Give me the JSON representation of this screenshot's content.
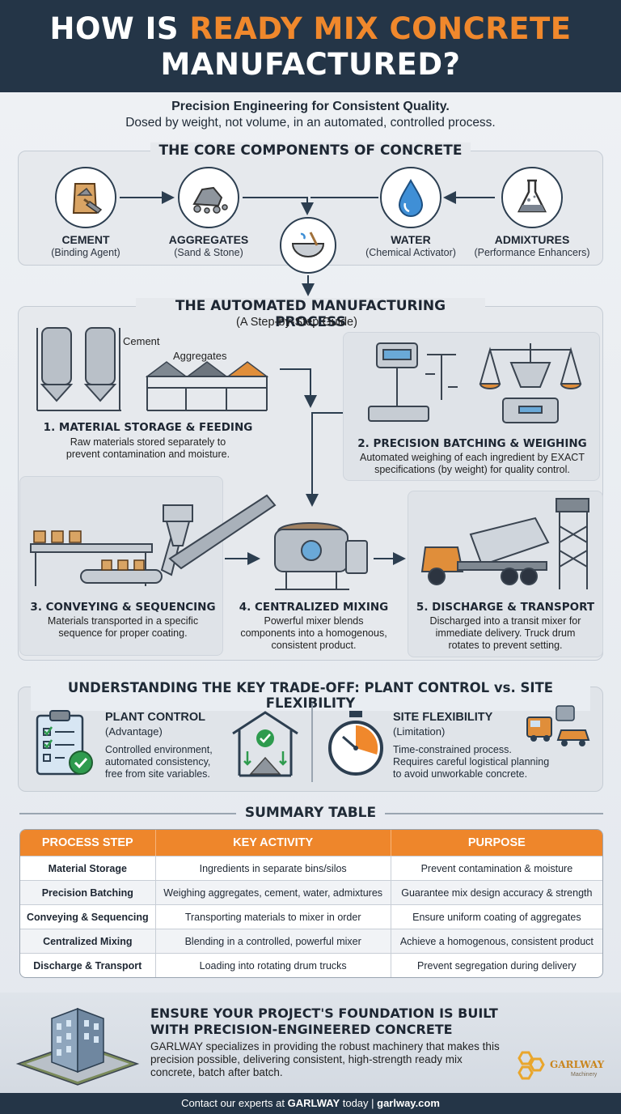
{
  "header": {
    "title_part1": "HOW IS ",
    "title_accent": "READY MIX CONCRETE",
    "title_line2": "MANUFACTURED?"
  },
  "subtitle": {
    "line1": "Precision Engineering for Consistent Quality.",
    "line2": "Dosed by weight, not volume, in an automated, controlled process."
  },
  "components": {
    "title": "THE CORE COMPONENTS OF CONCRETE",
    "items": [
      {
        "name": "CEMENT",
        "sub": "(Binding Agent)",
        "icon": "cement-bag-icon"
      },
      {
        "name": "AGGREGATES",
        "sub": "(Sand & Stone)",
        "icon": "rocks-icon"
      },
      {
        "name": "WATER",
        "sub": "(Chemical Activator)",
        "icon": "water-drop-icon"
      },
      {
        "name": "ADMIXTURES",
        "sub": "(Performance Enhancers)",
        "icon": "flask-icon"
      }
    ]
  },
  "process": {
    "title": "THE AUTOMATED MANUFACTURING PROCESS",
    "subtitle": "(A Step-by-Step Guide)",
    "label_cement": "Cement",
    "label_aggregates": "Aggregates",
    "steps": [
      {
        "title": "1. MATERIAL STORAGE & FEEDING",
        "desc1": "Raw materials stored separately to",
        "desc2": "prevent contamination and moisture.",
        "desc3": ""
      },
      {
        "title": "2. PRECISION BATCHING & WEIGHING",
        "desc1": "Automated weighing of each ingredient by EXACT",
        "desc2": "specifications (by weight) for quality control.",
        "desc3": ""
      },
      {
        "title": "3. CONVEYING & SEQUENCING",
        "desc1": "Materials transported in a specific",
        "desc2": "sequence for proper coating.",
        "desc3": ""
      },
      {
        "title": "4. CENTRALIZED MIXING",
        "desc1": "Powerful mixer blends",
        "desc2": "components into a homogenous,",
        "desc3": "consistent product."
      },
      {
        "title": "5. DISCHARGE & TRANSPORT",
        "desc1": "Discharged into a transit mixer for",
        "desc2": "immediate delivery. Truck drum",
        "desc3": "rotates to prevent setting."
      }
    ]
  },
  "tradeoff": {
    "title": "UNDERSTANDING THE KEY TRADE-OFF: PLANT CONTROL vs. SITE FLEXIBILITY",
    "left": {
      "head": "PLANT CONTROL",
      "sub": "(Advantage)",
      "desc1": "Controlled environment,",
      "desc2": "automated consistency,",
      "desc3": "free from site variables."
    },
    "right": {
      "head": "SITE FLEXIBILITY",
      "sub": "(Limitation)",
      "desc1": "Time-constrained process.",
      "desc2": "Requires careful logistical planning",
      "desc3": "to avoid unworkable concrete."
    }
  },
  "summary": {
    "title": "SUMMARY TABLE",
    "headers": [
      "PROCESS STEP",
      "KEY ACTIVITY",
      "PURPOSE"
    ],
    "rows": [
      [
        "Material Storage",
        "Ingredients in separate bins/silos",
        "Prevent contamination & moisture"
      ],
      [
        "Precision Batching",
        "Weighing aggregates, cement, water, admixtures",
        "Guarantee mix design accuracy & strength"
      ],
      [
        "Conveying & Sequencing",
        "Transporting materials to mixer in order",
        "Ensure uniform coating of aggregates"
      ],
      [
        "Centralized Mixing",
        "Blending in a controlled, powerful mixer",
        "Achieve a homogenous, consistent product"
      ],
      [
        "Discharge & Transport",
        "Loading into rotating drum trucks",
        "Prevent segregation during delivery"
      ]
    ]
  },
  "cta": {
    "title1": "ENSURE YOUR PROJECT'S FOUNDATION IS BUILT",
    "title2": "WITH PRECISION-ENGINEERED CONCRETE",
    "body": "GARLWAY specializes in providing the robust machinery that makes this precision possible, delivering consistent, high-strength ready mix concrete, batch after batch.",
    "logo_text": "GARLWAY",
    "logo_sub": "Machinery"
  },
  "footer": {
    "prefix": "Contact our experts at ",
    "brand": "GARLWAY",
    "middle": " today | ",
    "link": "garlway.com"
  },
  "colors": {
    "accent": "#f0882c",
    "navy": "#243547",
    "panel": "#e6e9ed"
  }
}
